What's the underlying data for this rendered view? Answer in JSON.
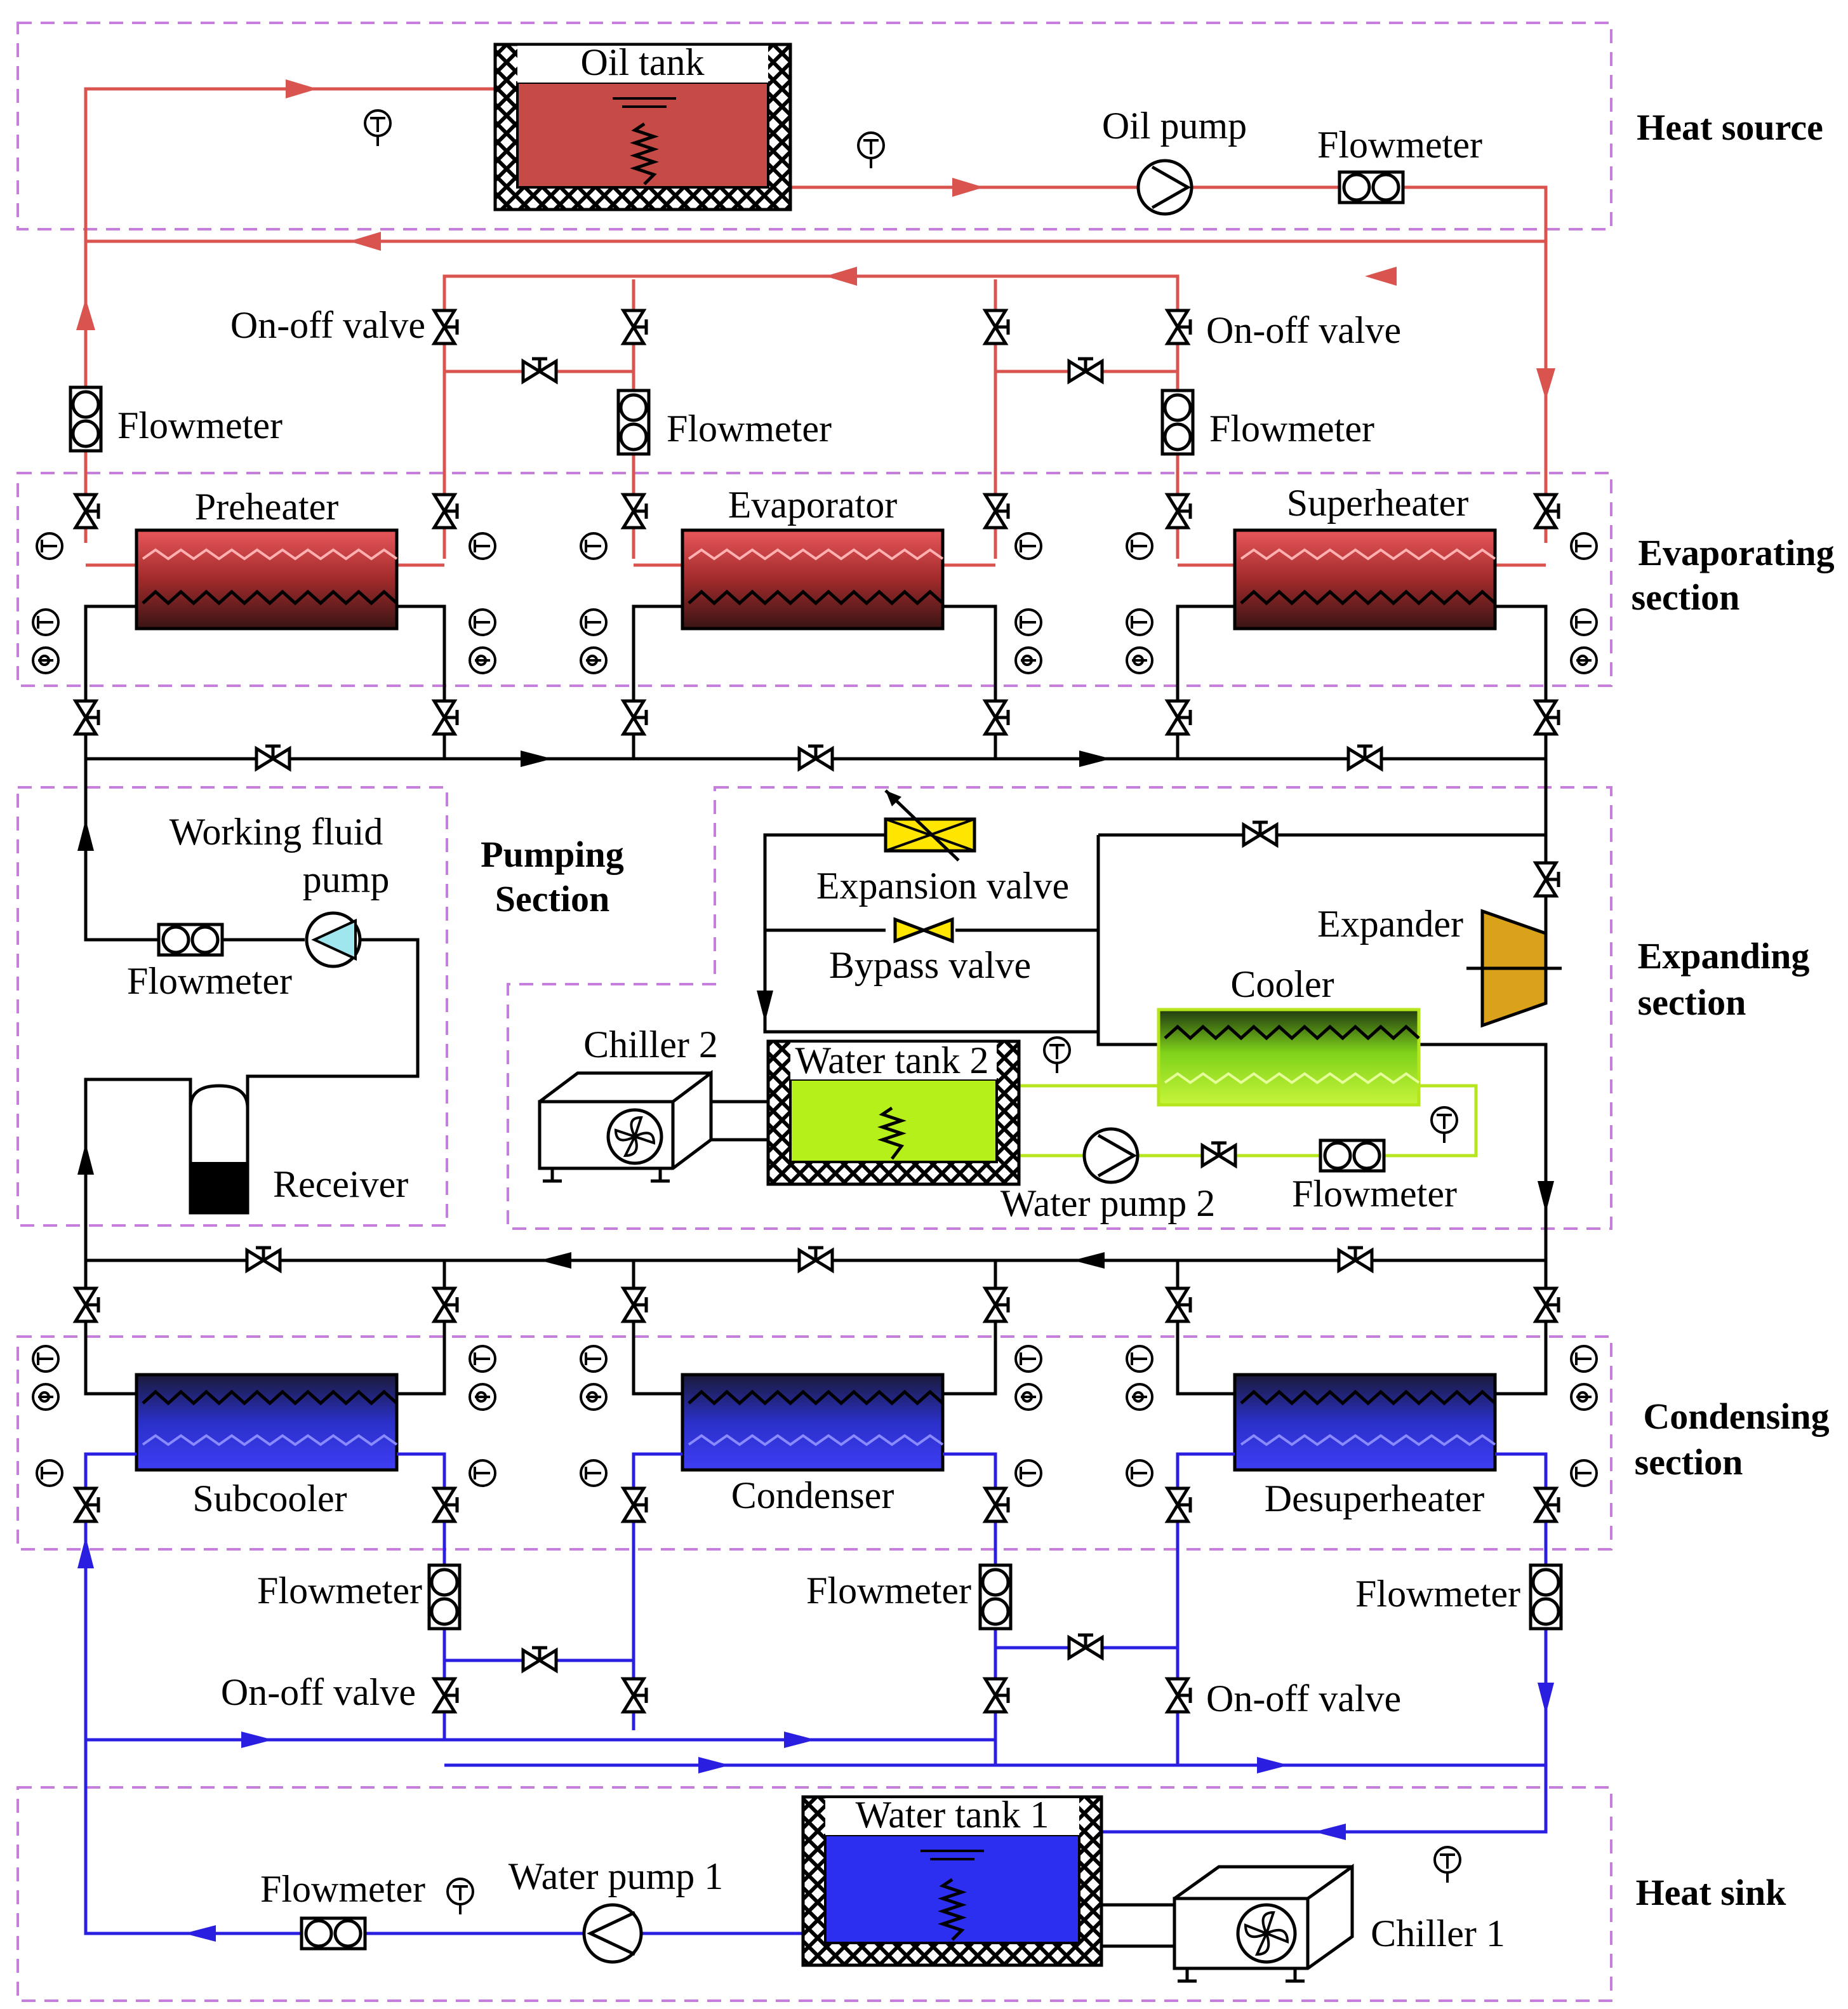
{
  "sections": {
    "heat_source": "Heat source",
    "evaporating_1": "Evaporating",
    "evaporating_2": "section",
    "expanding_1": "Expanding",
    "expanding_2": "section",
    "pumping_1": "Pumping",
    "pumping_2": "Section",
    "condensing_1": "Condensing",
    "condensing_2": "section",
    "heat_sink": "Heat sink"
  },
  "components": {
    "oil_tank": "Oil tank",
    "oil_pump": "Oil pump",
    "flowmeter": "Flowmeter",
    "on_off_valve": "On-off valve",
    "preheater": "Preheater",
    "evaporator": "Evaporator",
    "superheater": "Superheater",
    "working_fluid_pump_1": "Working fluid",
    "working_fluid_pump_2": "pump",
    "receiver": "Receiver",
    "expansion_valve": "Expansion valve",
    "bypass_valve": "Bypass valve",
    "expander": "Expander",
    "cooler": "Cooler",
    "chiller_2": "Chiller 2",
    "water_tank_2": "Water tank 2",
    "water_pump_2": "Water pump 2",
    "subcooler": "Subcooler",
    "condenser": "Condenser",
    "desuperheater": "Desuperheater",
    "water_tank_1": "Water tank 1",
    "water_pump_1": "Water pump 1",
    "chiller_1": "Chiller 1"
  },
  "sensor_tags": {
    "temperature": "T",
    "pressure": "P"
  },
  "colors": {
    "oil_line": "#d9534f",
    "working_fluid_line": "#000000",
    "cooling_water_line": "#2a1fe0",
    "cooler_water_line": "#b5e61d",
    "section_border": "#c77ddc",
    "oil": "#c64a45",
    "water_tank_1": "#2d2ff0",
    "water_tank_2": "#b5f01a",
    "expansion_valve": "#ffe600",
    "expander": "#d9a21a"
  }
}
